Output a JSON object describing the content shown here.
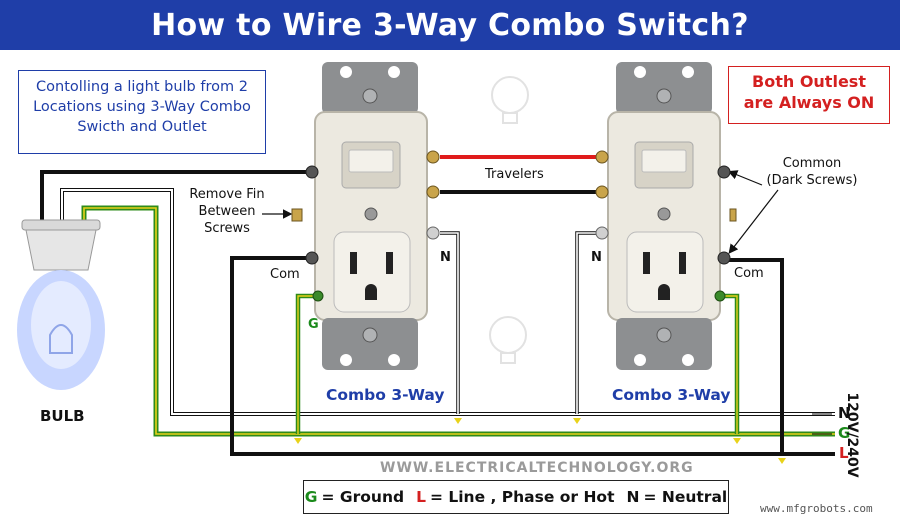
{
  "title": "How to Wire 3-Way Combo Switch?",
  "description": "Contolling a light bulb from 2 Locations using 3-Way Combo Swicth and Outlet",
  "outlet_note": "Both Outlest are Always ON",
  "labels": {
    "remove_fin": "Remove Fin Between Screws",
    "travelers": "Travelers",
    "common": "Common (Dark Screws)",
    "com": "Com",
    "n": "N",
    "g": "G",
    "bulb": "BULB",
    "combo_left": "Combo 3-Way",
    "combo_right": "Combo 3-Way",
    "supply_n": "N",
    "supply_g": "G",
    "supply_l": "L",
    "voltage": "120V/240V"
  },
  "legend": {
    "g": "G",
    "g_text": "= Ground",
    "l": "L",
    "l_text": "= Line , Phase or Hot",
    "n": "N",
    "n_text": "= Neutral"
  },
  "website": "WWW.ELECTRICALTECHNOLOGY.ORG",
  "credit": "www.mfgrobots.com",
  "colors": {
    "banner": "#1f3ea8",
    "hot_red": "#e01b1b",
    "ground_green": "#2e8b1a",
    "ground_yellow": "#e8d21a",
    "line_black": "#111111"
  }
}
